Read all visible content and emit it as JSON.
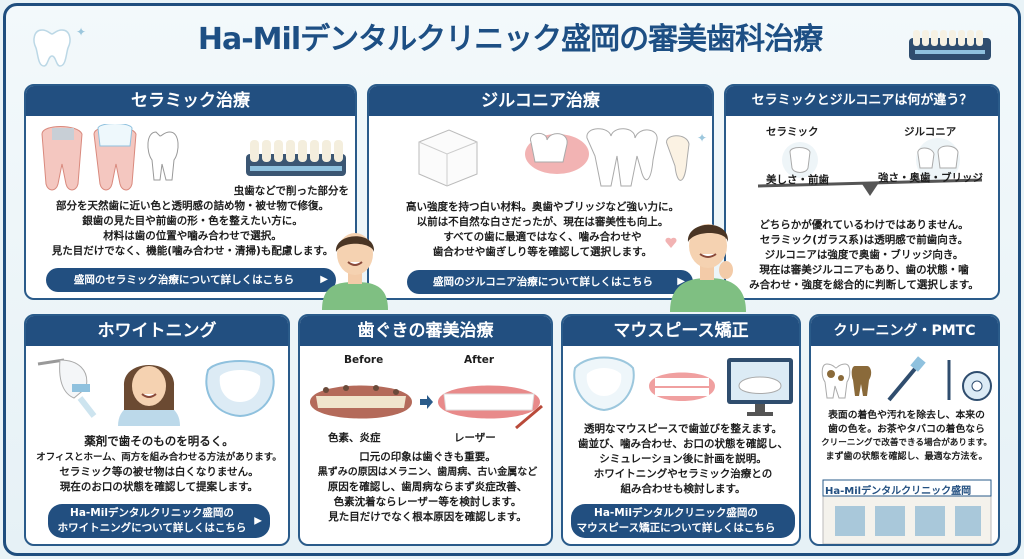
{
  "title": "Ha-Milデンタルクリニック盛岡の審美歯科治療",
  "ceramic": {
    "heading": "セラミック治療",
    "lines": [
      "虫歯などで削った部分を",
      "部分を天然歯に近い色と透明感の詰め物・被せ物で修復。",
      "銀歯の見た目や前歯の形・色を整えたい方に。",
      "材料は歯の位置や噛み合わせで選択。",
      "見た目だけでなく、機能(噛み合わせ・清掃)も配慮します。"
    ],
    "link": "盛岡のセラミック治療について詳しくはこちら"
  },
  "zirconia": {
    "heading": "ジルコニア治療",
    "lines": [
      "高い強度を持つ白い材料。奥歯やブリッジなど強い力に。",
      "以前は不自然な白さだったが、現在は審美性も向上。",
      "すべての歯に最適ではなく、噛み合わせや",
      "歯合わせや歯ぎしり等を確認して選択します。"
    ],
    "link": "盛岡のジルコニア治療について詳しくはこちら"
  },
  "compare": {
    "heading": "セラミックとジルコニアは何が違う？",
    "left_label": "セラミック",
    "left_caption": "美しさ・前歯",
    "right_label": "ジルコニア",
    "right_caption": "強さ・奥歯・ブリッジ",
    "lines": [
      "どちらかが優れているわけではありません。",
      "セラミック(ガラス系)は透明感で前歯向き。",
      "ジルコニアは強度で奥歯・ブリッジ向き。",
      "現在は審美ジルコニアもあり、歯の状態・噛",
      "み合わせ・強度を総合的に判断して選択します。"
    ]
  },
  "whitening": {
    "heading": "ホワイトニング",
    "lines": [
      "薬剤で歯そのものを明るく。",
      "オフィスとホーム、両方を組み合わせる方法があります。",
      "セラミック等の被せ物は白くなりません。",
      "現在のお口の状態を確認して提案します。"
    ],
    "link_lines": [
      "Ha-Milデンタルクリニック盛岡の",
      "ホワイトニングについて詳しくはこちら"
    ]
  },
  "gum": {
    "heading": "歯ぐきの審美治療",
    "before_label": "Before",
    "after_label": "After",
    "before_caption": "色素、炎症",
    "after_caption": "レーザー",
    "lines": [
      "口元の印象は歯ぐきも重要。",
      "黒ずみの原因はメラニン、歯周病、古い金属など",
      "原因を確認し、歯周病ならまず炎症改善、",
      "色素沈着ならレーザー等を検討します。",
      "見た目だけでなく根本原因を確認します。"
    ]
  },
  "mouthpiece": {
    "heading": "マウスピース矯正",
    "lines": [
      "透明なマウスピースで歯並びを整えます。",
      "歯並び、噛み合わせ、お口の状態を確認し、",
      "シミュレーション後に計画を説明。",
      "ホワイトニングやセラミック治療との",
      "組み合わせも検討します。"
    ],
    "link_lines": [
      "Ha-Milデンタルクリニック盛岡の",
      "マウスピース矯正について詳しくはこちら"
    ]
  },
  "cleaning": {
    "heading": "クリーニング・PMTC",
    "lines": [
      "表面の着色や汚れを除去し、本来の",
      "歯の色を。お茶やタバコの着色なら",
      "クリーニングで改善できる場合があります。",
      "まず歯の状態を確認し、最適な方法を。"
    ],
    "clinic_sign": "Ha-Milデンタルクリニック盛岡"
  },
  "colors": {
    "navy": "#224f80",
    "accent": "#2a5b8a"
  }
}
